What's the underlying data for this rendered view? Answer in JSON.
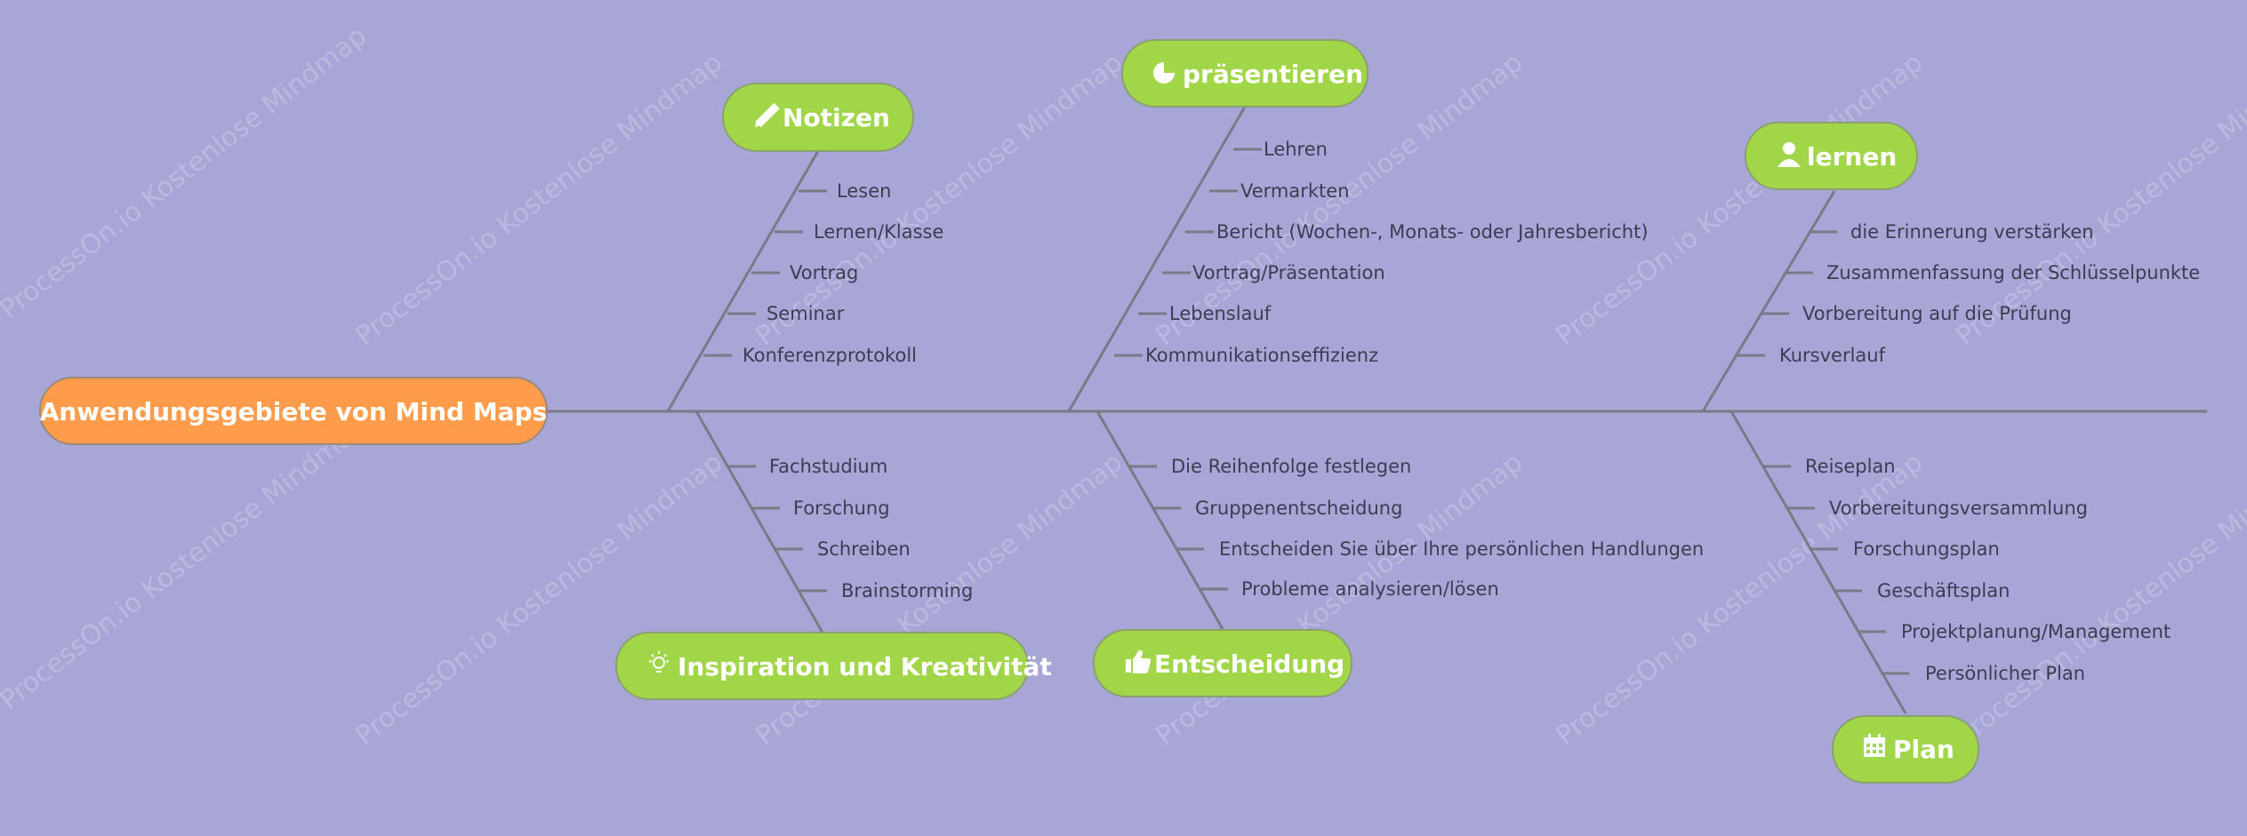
{
  "root": {
    "label": "Anwendungsgebiete von Mind Maps"
  },
  "watermark": "ProcessOn.io Kostenlose Mindmap",
  "colors": {
    "background": "#a7a6d7",
    "root": "#ff9c4b",
    "topic": "#a2d649",
    "line": "#7a7a86"
  },
  "topics": [
    {
      "id": "notizen",
      "label": "Notizen",
      "icon": "pencil-icon",
      "items": [
        "Lesen",
        "Lernen/Klasse",
        "Vortrag",
        "Seminar",
        "Konferenzprotokoll"
      ]
    },
    {
      "id": "praesentieren",
      "label": "präsentieren",
      "icon": "pie-chart-icon",
      "items": [
        "Lehren",
        "Vermarkten",
        "Bericht (Wochen-, Monats- oder Jahresbericht)",
        "Vortrag/Präsentation",
        "Lebenslauf",
        "Kommunikationseffizienz"
      ]
    },
    {
      "id": "lernen",
      "label": "lernen",
      "icon": "user-icon",
      "items": [
        "die Erinnerung verstärken",
        "Zusammenfassung der Schlüsselpunkte",
        "Vorbereitung auf die Prüfung",
        "Kursverlauf"
      ]
    },
    {
      "id": "inspiration",
      "label": "Inspiration und Kreativität",
      "icon": "lightbulb-icon",
      "items": [
        "Fachstudium",
        "Forschung",
        "Schreiben",
        "Brainstorming"
      ]
    },
    {
      "id": "entscheidung",
      "label": "Entscheidung",
      "icon": "thumbs-up-icon",
      "items": [
        "Die Reihenfolge festlegen",
        "Gruppenentscheidung",
        "Entscheiden Sie über Ihre persönlichen Handlungen",
        "Probleme analysieren/lösen"
      ]
    },
    {
      "id": "plan",
      "label": "Plan",
      "icon": "calendar-icon",
      "items": [
        "Reiseplan",
        "Vorbereitungsversammlung",
        "Forschungsplan",
        "Geschäftsplan",
        "Projektplanung/Management",
        "Persönlicher Plan"
      ]
    }
  ]
}
